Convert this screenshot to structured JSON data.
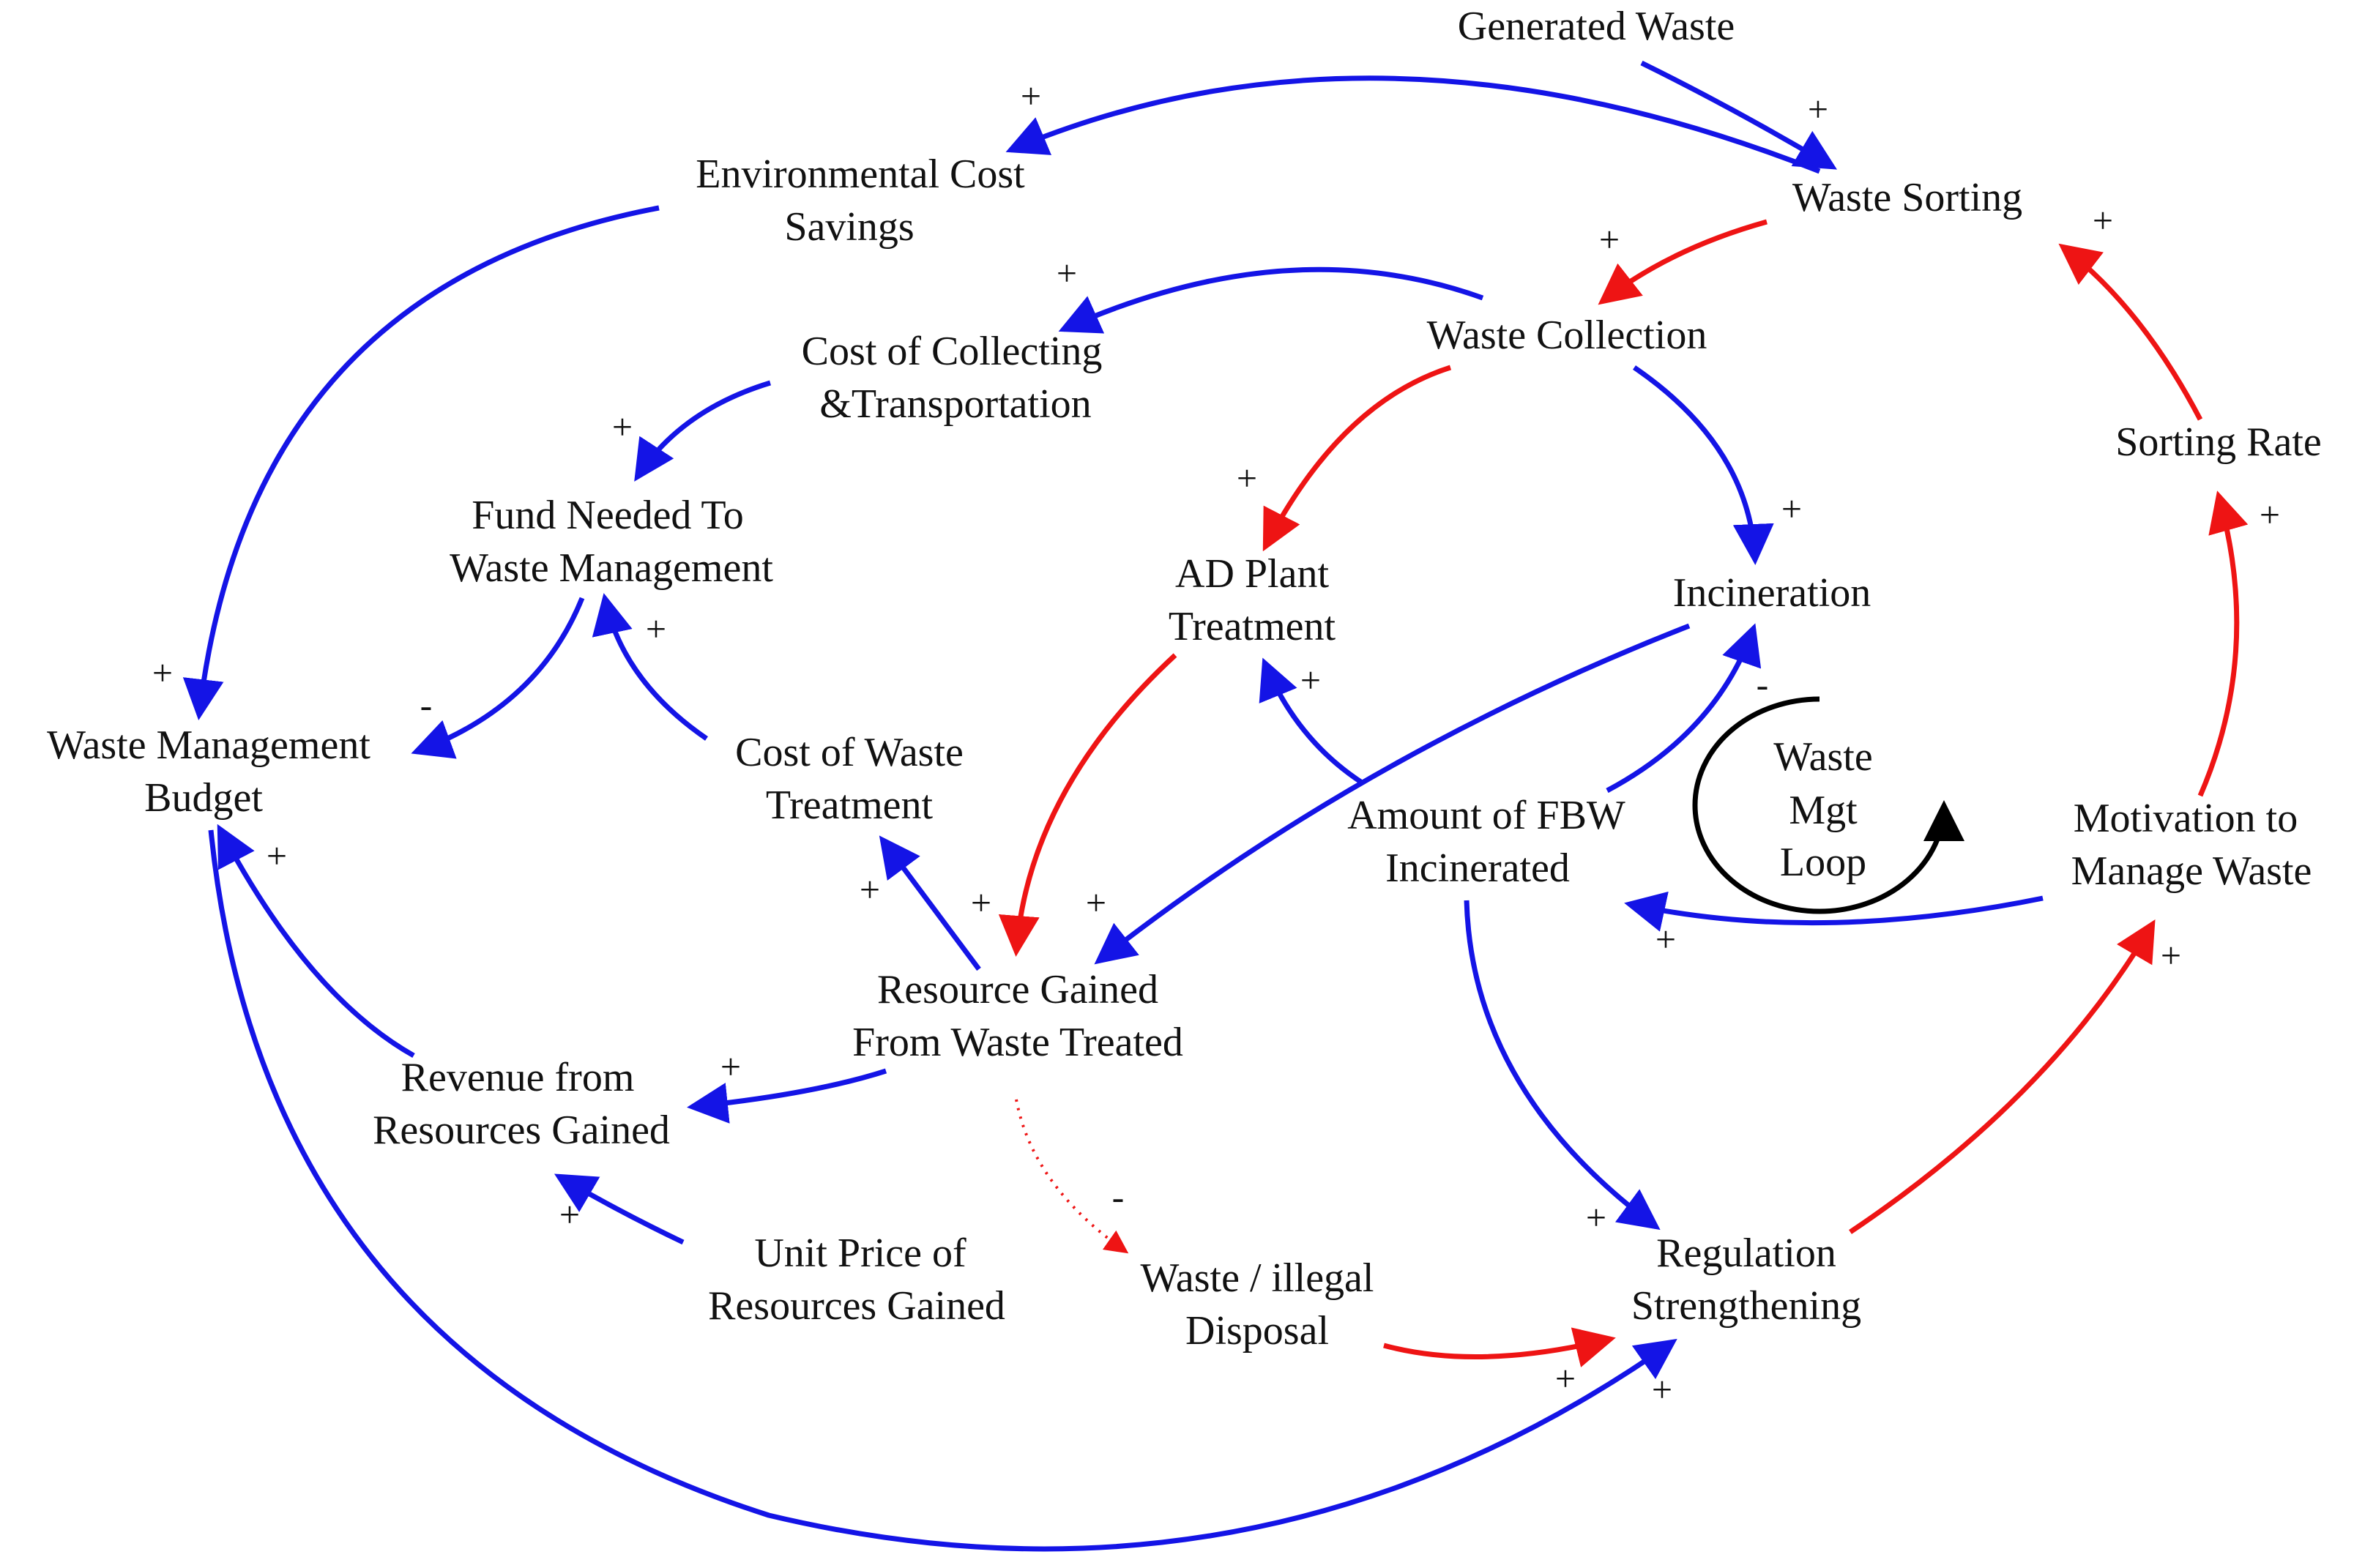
{
  "colors": {
    "positive_link": "#1414e6",
    "reinforcing_link": "#ee1414",
    "loop_marker": "#000000",
    "text": "#111111"
  },
  "nodes": {
    "generated_waste": [
      "Generated Waste"
    ],
    "waste_sorting": [
      "Waste Sorting"
    ],
    "environmental_cost_savings": [
      "Environmental Cost",
      "Savings"
    ],
    "waste_collection": [
      "Waste Collection"
    ],
    "cost_collecting": [
      "Cost of Collecting",
      "&Transportation"
    ],
    "sorting_rate": [
      "Sorting Rate"
    ],
    "fund_needed": [
      "Fund Needed To",
      "Waste Management"
    ],
    "ad_plant": [
      "AD Plant",
      "Treatment"
    ],
    "incineration": [
      "Incineration"
    ],
    "waste_mgmt_budget": [
      "Waste Management",
      "Budget"
    ],
    "cost_waste_treatment": [
      "Cost of Waste",
      "Treatment"
    ],
    "amount_fbw": [
      "Amount of FBW",
      "Incinerated"
    ],
    "motivation": [
      "Motivation to",
      "Manage Waste"
    ],
    "resource_gained": [
      "Resource Gained",
      "From Waste Treated"
    ],
    "revenue": [
      "Revenue from",
      "Resources Gained"
    ],
    "unit_price": [
      "Unit Price of",
      "Resources Gained"
    ],
    "illegal_disposal": [
      "Waste / illegal",
      "Disposal"
    ],
    "regulation": [
      "Regulation",
      "Strengthening"
    ]
  },
  "loop_label": [
    "Waste",
    "Mgt",
    "Loop"
  ],
  "loop_polarity": "-",
  "links": [
    {
      "id": "generated-to-sorting",
      "from": "Generated Waste",
      "to": "Waste Sorting",
      "polarity": "+",
      "color": "blue",
      "style": "solid"
    },
    {
      "id": "sorting-to-envcost",
      "from": "Waste Sorting",
      "to": "Environmental Cost Savings",
      "polarity": "+",
      "color": "blue",
      "style": "solid"
    },
    {
      "id": "envcost-to-budget",
      "from": "Environmental Cost Savings",
      "to": "Waste Management Budget",
      "polarity": "+",
      "color": "blue",
      "style": "solid"
    },
    {
      "id": "sorting-to-collection",
      "from": "Waste Sorting",
      "to": "Waste Collection",
      "polarity": "+",
      "color": "red",
      "style": "solid"
    },
    {
      "id": "collection-to-costcollect",
      "from": "Waste Collection",
      "to": "Cost of Collecting &Transportation",
      "polarity": "+",
      "color": "blue",
      "style": "solid"
    },
    {
      "id": "costcollect-to-fund",
      "from": "Cost of Collecting &Transportation",
      "to": "Fund Needed To Waste Management",
      "polarity": "+",
      "color": "blue",
      "style": "solid"
    },
    {
      "id": "fund-to-budget",
      "from": "Fund Needed To Waste Management",
      "to": "Waste Management Budget",
      "polarity": "-",
      "color": "blue",
      "style": "solid"
    },
    {
      "id": "collection-to-adplant",
      "from": "Waste Collection",
      "to": "AD Plant Treatment",
      "polarity": "+",
      "color": "red",
      "style": "solid"
    },
    {
      "id": "collection-to-incineration",
      "from": "Waste Collection",
      "to": "Incineration",
      "polarity": "+",
      "color": "blue",
      "style": "solid"
    },
    {
      "id": "costtreat-to-fund",
      "from": "Cost of Waste Treatment",
      "to": "Fund Needed To Waste Management",
      "polarity": "+",
      "color": "blue",
      "style": "solid"
    },
    {
      "id": "adplant-to-resource",
      "from": "AD Plant Treatment",
      "to": "Resource Gained From Waste Treated",
      "polarity": "+",
      "color": "red",
      "style": "solid"
    },
    {
      "id": "incineration-to-resource",
      "from": "Incineration",
      "to": "Resource Gained From Waste Treated",
      "polarity": "+",
      "color": "blue",
      "style": "solid"
    },
    {
      "id": "fbw-to-adplant",
      "from": "Amount of FBW Incinerated",
      "to": "AD Plant Treatment",
      "polarity": "+",
      "color": "blue",
      "style": "solid"
    },
    {
      "id": "fbw-to-incineration",
      "from": "Amount of FBW Incinerated",
      "to": "Incineration",
      "polarity": "",
      "color": "blue",
      "style": "solid"
    },
    {
      "id": "motivation-to-fbw",
      "from": "Motivation to Manage Waste",
      "to": "Amount of FBW Incinerated",
      "polarity": "+",
      "color": "blue",
      "style": "solid"
    },
    {
      "id": "resource-to-costtreat",
      "from": "Resource Gained From Waste Treated",
      "to": "Cost of Waste Treatment",
      "polarity": "+",
      "color": "blue",
      "style": "solid"
    },
    {
      "id": "resource-to-revenue",
      "from": "Resource Gained From Waste Treated",
      "to": "Revenue from Resources Gained",
      "polarity": "+",
      "color": "blue",
      "style": "solid"
    },
    {
      "id": "unitprice-to-revenue",
      "from": "Unit Price of Resources Gained",
      "to": "Revenue from Resources Gained",
      "polarity": "+",
      "color": "blue",
      "style": "solid"
    },
    {
      "id": "revenue-to-budget",
      "from": "Revenue from Resources Gained",
      "to": "Waste Management Budget",
      "polarity": "+",
      "color": "blue",
      "style": "solid"
    },
    {
      "id": "resource-to-illegal",
      "from": "Resource Gained From Waste Treated",
      "to": "Waste / illegal Disposal",
      "polarity": "-",
      "color": "red",
      "style": "dotted"
    },
    {
      "id": "illegal-to-regulation",
      "from": "Waste / illegal Disposal",
      "to": "Regulation Strengthening",
      "polarity": "+",
      "color": "red",
      "style": "solid"
    },
    {
      "id": "budget-to-regulation",
      "from": "Waste Management Budget",
      "to": "Regulation Strengthening",
      "polarity": "+",
      "color": "blue",
      "style": "solid"
    },
    {
      "id": "fbw-to-regulation",
      "from": "Amount of FBW Incinerated",
      "to": "Regulation Strengthening",
      "polarity": "+",
      "color": "blue",
      "style": "solid"
    },
    {
      "id": "regulation-to-motivation",
      "from": "Regulation Strengthening",
      "to": "Motivation to Manage Waste",
      "polarity": "+",
      "color": "red",
      "style": "solid"
    },
    {
      "id": "motivation-to-sortingrate",
      "from": "Motivation to Manage Waste",
      "to": "Sorting Rate",
      "polarity": "+",
      "color": "red",
      "style": "solid"
    },
    {
      "id": "sortingrate-to-sorting",
      "from": "Sorting Rate",
      "to": "Waste Sorting",
      "polarity": "+",
      "color": "red",
      "style": "solid"
    }
  ]
}
